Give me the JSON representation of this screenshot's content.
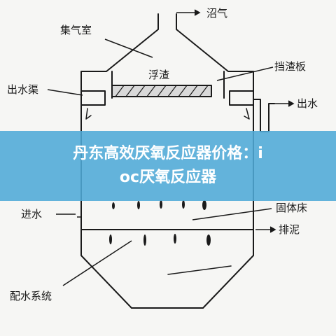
{
  "diagram": {
    "labels": {
      "biogas": "沼气",
      "gas_chamber": "集气室",
      "scum": "浮渣",
      "baffle": "挡渣板",
      "effluent_channel": "出水渠",
      "effluent": "出水",
      "influent": "进水",
      "sludge_bed": "固体床",
      "sludge_discharge": "排泥",
      "distribution_system": "配水系统"
    }
  },
  "banner": {
    "line1": "丹东高效厌氧反应器价格：i",
    "line2": "oc厌氧反应器"
  },
  "colors": {
    "banner_bg": "#4eaad7",
    "line": "#1a1a1a",
    "background": "#f6f6f4"
  }
}
